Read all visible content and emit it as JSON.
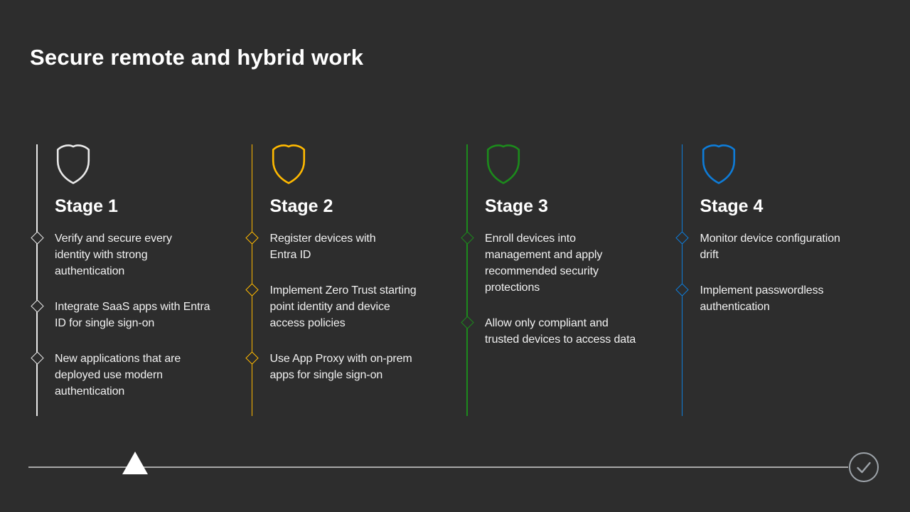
{
  "slide": {
    "title": "Secure remote and hybrid work",
    "background": "#2D2D2D",
    "title_color": "#FFFFFF",
    "body_text_color": "#F1F1F1"
  },
  "stages": [
    {
      "title": "Stage 1",
      "accent": "#E9E9E9",
      "icon": "shield-icon",
      "bullets": [
        "Verify and secure every\nidentity with strong\nauthentication",
        "Integrate SaaS apps with Entra\nID for single sign-on",
        "New applications that are\ndeployed use modern\nauthentication"
      ]
    },
    {
      "title": "Stage 2",
      "accent": "#FFB900",
      "icon": "shield-icon",
      "bullets": [
        "Register devices with\nEntra ID",
        "Implement Zero Trust starting\npoint identity and device\naccess policies",
        "Use App Proxy with on-prem\napps for single sign-on"
      ]
    },
    {
      "title": "Stage 3",
      "accent": "#1C8A1C",
      "icon": "shield-icon",
      "bullets": [
        "Enroll devices into\nmanagement and apply\nrecommended security\nprotections",
        "Allow only compliant and\ntrusted devices to access data"
      ]
    },
    {
      "title": "Stage 4",
      "accent": "#0E7CD8",
      "icon": "shield-icon",
      "bullets": [
        "Monitor device configuration\ndrift",
        "Implement passwordless\nauthentication"
      ]
    }
  ],
  "progress": {
    "marker_icon": "triangle-marker-icon",
    "end_icon": "checkmark-circle-icon",
    "line_color": "#A8A8A8",
    "marker_color": "#FFFFFF",
    "circle_color": "#9DA3A9"
  }
}
